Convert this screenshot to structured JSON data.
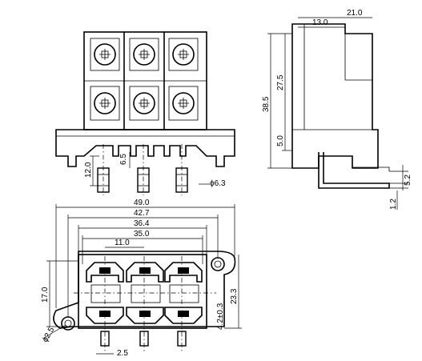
{
  "front_view": {
    "dim_pin_length": "12.0",
    "dim_pin_step": "6.5",
    "dim_pin_diameter": "ϕ6.3"
  },
  "side_view": {
    "dim_total_depth": "21.0",
    "dim_upper_depth": "13.0",
    "dim_total_height": "38.5",
    "dim_upper_height": "27.5",
    "dim_base_height": "5.0",
    "dim_lead_offset": "5.2",
    "dim_lead_thickness": "1.2"
  },
  "bottom_view": {
    "dim_flange_width": "49.0",
    "dim_hole_spacing": "42.7",
    "dim_body_width": "36.4",
    "dim_inner_width": "35.0",
    "dim_pitch": "11.0",
    "dim_height": "17.0",
    "dim_depth": "23.3",
    "dim_hole_diameter": "ϕ2.5",
    "dim_tab_width": "4.2±0.3",
    "dim_pin_width": "2.5"
  }
}
